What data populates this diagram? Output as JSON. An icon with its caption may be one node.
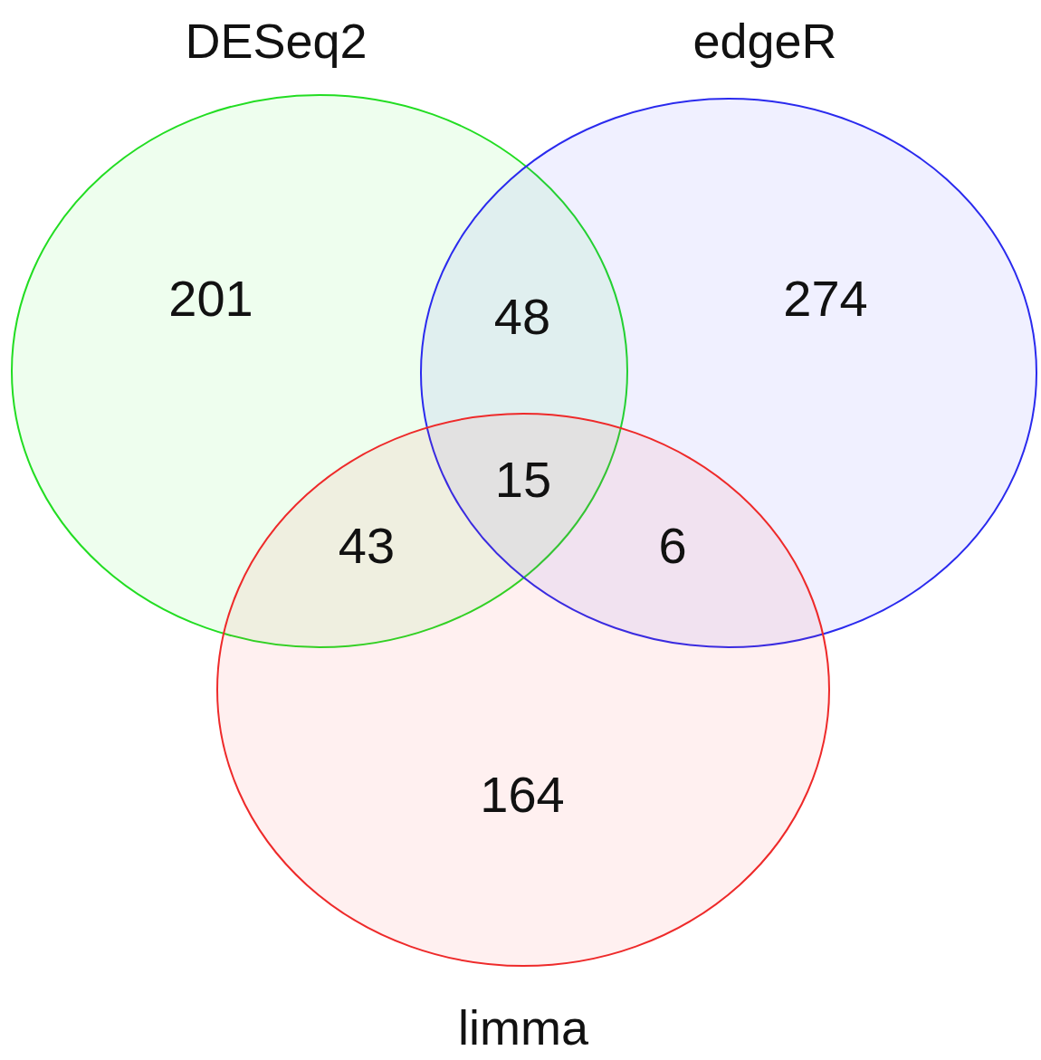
{
  "diagram": {
    "nodes": [
      {
        "text": [
          "DESeq2"
        ]
      },
      {
        "text": [
          "edgeR"
        ]
      },
      {
        "text": [
          "limma"
        ]
      }
    ],
    "labels": [
      "201",
      "48",
      "274",
      "15",
      "43",
      "6",
      "164"
    ]
  }
}
